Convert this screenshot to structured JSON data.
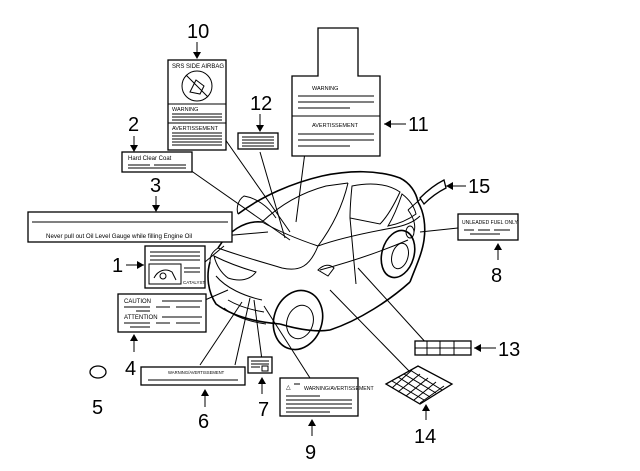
{
  "callouts": [
    "1",
    "2",
    "3",
    "4",
    "5",
    "6",
    "7",
    "8",
    "9",
    "10",
    "11",
    "12",
    "13",
    "14",
    "15"
  ],
  "labels": {
    "hard_clear_coat": "Hard Clear Coat",
    "oil_gauge": "Never pull out Oil Level Gauge while filling Engine Oil",
    "catalyst": "CATALYST",
    "caution": "CAUTION",
    "attention": "ATTENTION",
    "warning_avert_small": "WARNING/AVERTISSEMENT",
    "warning_avert_large": "WARNING/AVERTISSEMENT",
    "unleaded": "UNLEADED FUEL ONLY",
    "srs_side_airbag": "SRS SIDE AIRBAG",
    "warning": "WARNING",
    "avertissement": "AVERTISSEMENT",
    "warning_11": "WARNING",
    "avertissement_11": "AVERTISSEMENT"
  }
}
